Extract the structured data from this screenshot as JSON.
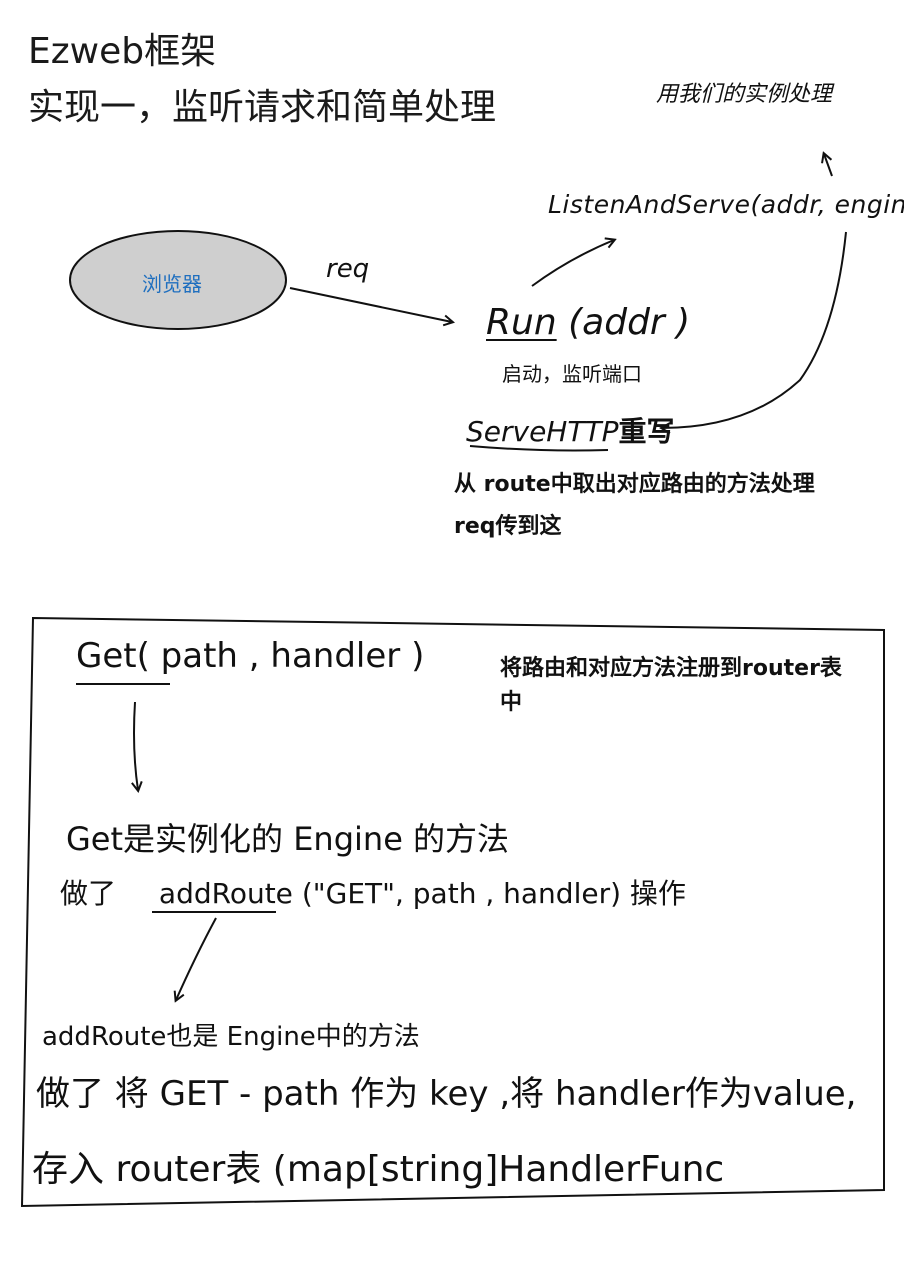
{
  "header": {
    "title_line1": "Ezweb框架",
    "title_line2": "实现一，监听请求和简单处理"
  },
  "top_diagram": {
    "browser_label": "浏览器",
    "req_label": "req",
    "run_func": "Run",
    "run_args": "(addr )",
    "run_note": "启动，监听端口",
    "listen_call": "ListenAndServe(addr, engine)",
    "instance_note": "用我们的实例处理",
    "servehttp_label": "ServeHTTP",
    "servehttp_suffix": "重写",
    "servehttp_note_line1": "从 route中取出对应路由的方法处理",
    "servehttp_note_line2": "req传到这"
  },
  "box": {
    "get_func": "Get",
    "get_args": "( path , handler )",
    "register_note_line1": "将路由和对应方法注册到router表",
    "register_note_line2": "中",
    "get_desc": "Get是实例化的 Engine 的方法",
    "do_prefix": "做了",
    "addroute_func": "addRoute",
    "addroute_args": "(\"GET\", path , handler) 操作",
    "addroute_desc": "addRoute也是 Engine中的方法",
    "key_line": "做了 将 GET - path 作为 key ,将 handler作为value,",
    "store_line": "存入 router表 (map[string]HandlerFunc"
  },
  "colors": {
    "ellipse_fill": "#cfcfcf",
    "ellipse_text": "#1f6fbf",
    "ink": "#111111"
  }
}
